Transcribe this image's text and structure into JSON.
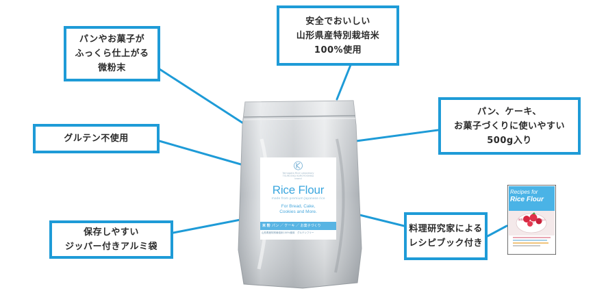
{
  "callouts": {
    "powder": {
      "lines": [
        "パンやお菓子が",
        "ふっくら仕上がる",
        "微粉末"
      ]
    },
    "safe": {
      "lines": [
        "安全でおいしい",
        "山形県産特別栽培米",
        "100%使用"
      ]
    },
    "uses": {
      "lines": [
        "パン、ケーキ、",
        "お菓子づくりに使いやすい",
        "500g入り"
      ]
    },
    "gluten": {
      "lines": [
        "グルテン不使用"
      ]
    },
    "bag": {
      "lines": [
        "保存しやすい",
        "ジッパー付きアルミ袋"
      ]
    },
    "recipe": {
      "lines": [
        "料理研究家による",
        "レシピブック付き"
      ]
    }
  },
  "product": {
    "brand_line1": "Yamagata Rice Laboratory",
    "brand_line2": "TSURUOKA KUROYOSHIKA",
    "brand_line3": "brand",
    "title": "Rice Flour",
    "subtitle": "made from premium Japanese rice",
    "uses": [
      "For Bread, Cake,",
      "Cookies and More."
    ],
    "bar_kome": "米 粉",
    "bar_text": "パン ／ ケーキ ／ お菓子づくり",
    "small_print": "山形県産特別栽培米100%使用　グルテンフリー"
  },
  "book": {
    "title1": "Recipes for",
    "title2": "Rice Flour",
    "subtitle": "米粉でつくる かんたんレシピ"
  },
  "colors": {
    "accent": "#1e9bd7",
    "text": "#2a2a2a",
    "pouch": "#c8ccd0",
    "label_blue": "#3aa6de"
  }
}
